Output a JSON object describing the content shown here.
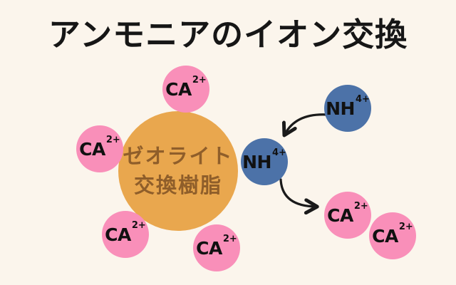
{
  "title": "アンモニアのイオン交換",
  "colors": {
    "background": "#FBF5EC",
    "calcium_pink": "#F98FB9",
    "ammonium_blue": "#4C72A8",
    "resin_orange": "#E9A74E",
    "resin_text_brown": "#8F5E2A",
    "text_black": "#161616"
  },
  "zeolite": {
    "line1": "ゼオライト",
    "line2": "交換樹脂"
  },
  "ions": [
    {
      "id": "ca-top",
      "symbol": "CA",
      "charge": "2+",
      "kind": "calcium"
    },
    {
      "id": "ca-left",
      "symbol": "CA",
      "charge": "2+",
      "kind": "calcium"
    },
    {
      "id": "ca-bottom-left",
      "symbol": "CA",
      "charge": "2+",
      "kind": "calcium"
    },
    {
      "id": "ca-bottom-center",
      "symbol": "CA",
      "charge": "2+",
      "kind": "calcium"
    },
    {
      "id": "nh-middle",
      "symbol": "NH",
      "charge": "4+",
      "kind": "ammonium"
    },
    {
      "id": "nh-top-right",
      "symbol": "NH",
      "charge": "4+",
      "kind": "ammonium"
    },
    {
      "id": "ca-right-1",
      "symbol": "CA",
      "charge": "2+",
      "kind": "calcium"
    },
    {
      "id": "ca-right-2",
      "symbol": "CA",
      "charge": "2+",
      "kind": "calcium"
    }
  ],
  "icons": {
    "arrow_in": "curved-arrow pointing from free ammonium ion to resin-bound ammonium",
    "arrow_out": "curved-arrow pointing from resin-bound ammonium to released calcium"
  }
}
